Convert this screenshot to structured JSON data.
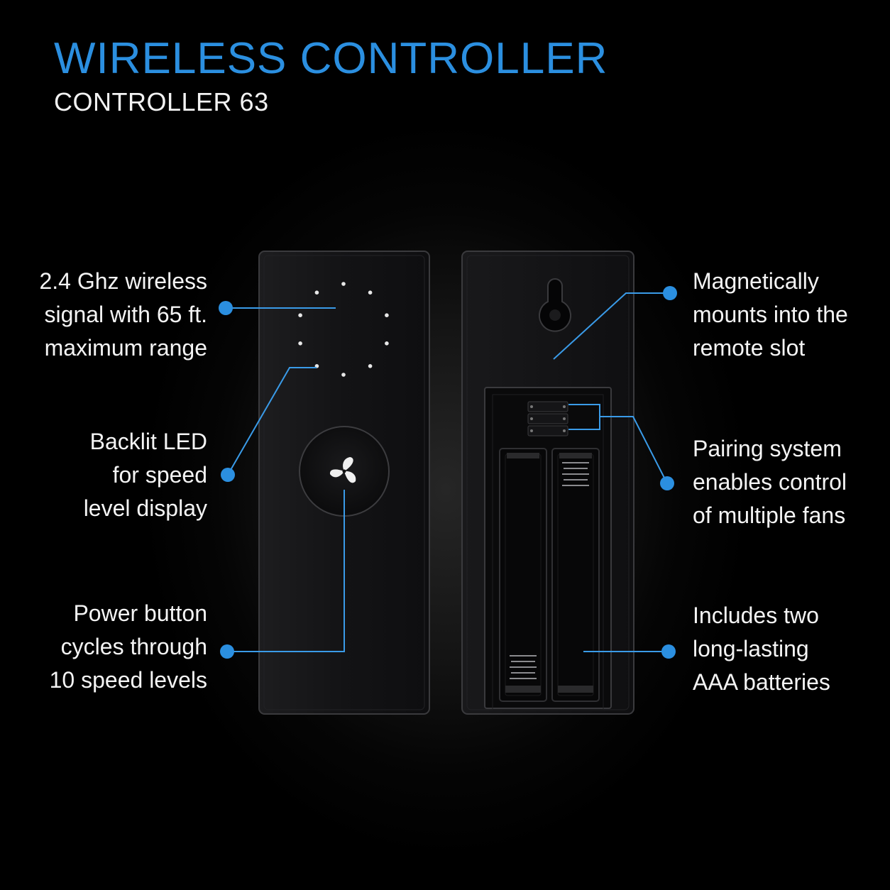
{
  "header": {
    "title": "WIRELESS CONTROLLER",
    "subtitle": "CONTROLLER 63"
  },
  "callouts": {
    "wireless": [
      "2.4 Ghz wireless",
      "signal with 65 ft.",
      "maximum range"
    ],
    "led": [
      "Backlit LED",
      "for speed",
      "level display"
    ],
    "power": [
      "Power button",
      "cycles through",
      "10 speed levels"
    ],
    "magnet": [
      "Magnetically",
      "mounts into the",
      "remote slot"
    ],
    "pairing": [
      "Pairing system",
      "enables control",
      "of multiple fans"
    ],
    "batteries": [
      "Includes two",
      "long-lasting",
      "AAA batteries"
    ]
  },
  "colors": {
    "accent": "#2b8fe0",
    "line": "#3a9be8",
    "text": "#f4f4f4",
    "background": "#000000"
  },
  "icons": {
    "power_button": "fan-icon",
    "callout_marker": "dot"
  }
}
